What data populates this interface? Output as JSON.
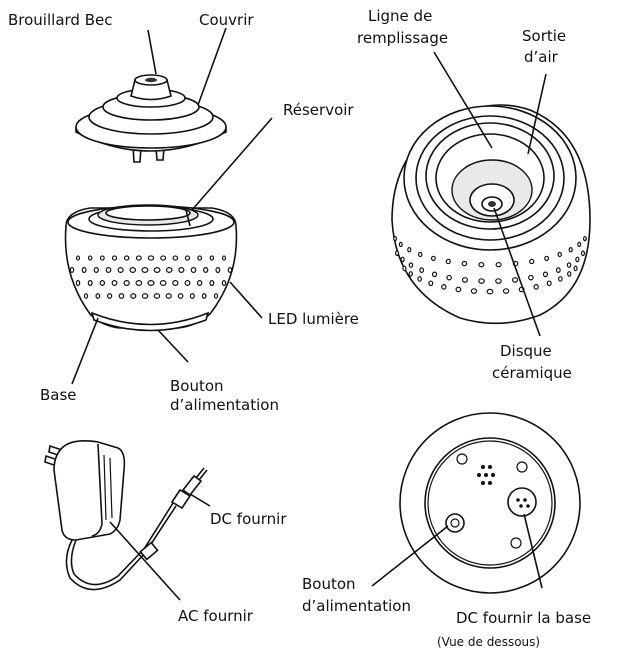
{
  "labels": {
    "mist_nozzle": "Brouillard Bec",
    "cover": "Couvrir",
    "reservoir": "Réservoir",
    "led_light": "LED lumière",
    "base": "Base",
    "power_button_top_1": "Bouton",
    "power_button_top_2": "d’alimentation",
    "fill_line_1": "Ligne de",
    "fill_line_2": "remplissage",
    "air_outlet_1": "Sortie",
    "air_outlet_2": "d’air",
    "ceramic_disc_1": "Disque",
    "ceramic_disc_2": "céramique",
    "dc_supply": "DC fournir",
    "ac_supply": "AC fournir",
    "power_button_bottom_1": "Bouton",
    "power_button_bottom_2": "d’alimentation",
    "dc_supply_base": "DC fournir la base",
    "bottom_view": "(Vue de dessous)"
  }
}
